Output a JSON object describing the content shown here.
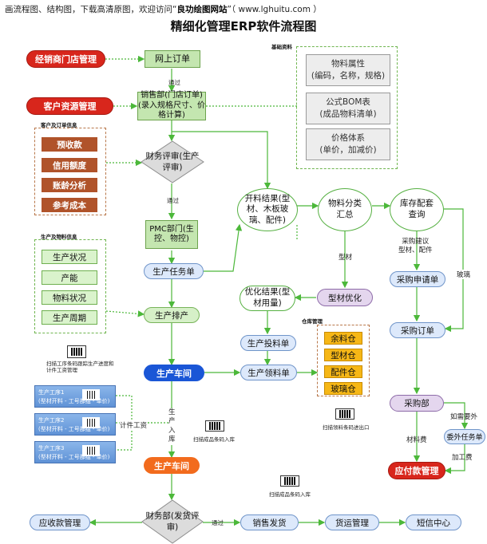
{
  "header": {
    "prefix": "画流程图、结构图，下载高清原图，欢迎访问“",
    "site": "良功绘图网站",
    "suffix": "”（ www.lghuitu.com ）"
  },
  "title": "精细化管理ERP软件流程图",
  "sections": {
    "basic_data": "基础资料",
    "customer_info": "客户及订单信息",
    "production_info": "生产及物料信息",
    "warehouse": "仓库管理"
  },
  "nodes": {
    "dealer": "经销商门店管理",
    "online_order": "网上订单",
    "crm": "客户资源管理",
    "sales_dept": "销售部(门店订单)(录入规格尺寸、价格计算)",
    "finance_review": "财务评审(生产评审)",
    "pmc": "PMC部门(生控、物控)",
    "task_order": "生产任务单",
    "scheduling": "生产排产",
    "workshop_blue": "生产车间",
    "workshop_orange": "生产车间",
    "receivable": "应收款管理",
    "finance_dept": "财务部(发货评审)",
    "sales_ship": "销售发货",
    "shipping": "货运管理",
    "sms": "短信中心",
    "cut_result": "开料结果(型材、木板玻璃、配件)",
    "material_summary": "物料分类汇总",
    "inventory_query": "库存配套查询",
    "profile_opt": "型材优化",
    "opt_result": "优化结果(型材用量)",
    "feed_order": "生产投料单",
    "pick_order": "生产领料单",
    "purchase_request": "采购申请单",
    "purchase_order": "采购订单",
    "purchase_dept": "采购部",
    "payable": "应付款管理",
    "outsource_order": "委外任务单"
  },
  "basic_items": [
    {
      "title": "物料属性",
      "sub": "(编码，名称，规格)"
    },
    {
      "title": "公式BOM表",
      "sub": "(成品物料清单)"
    },
    {
      "title": "价格体系",
      "sub": "(单价，加减价)"
    }
  ],
  "customer_items": [
    "预收款",
    "信用额度",
    "账龄分析",
    "参考成本"
  ],
  "production_items": [
    "生产状况",
    "产能",
    "物料状况",
    "生产周期"
  ],
  "warehouse_items": [
    "余料仓",
    "型材仓",
    "配件仓",
    "玻璃仓"
  ],
  "workers": [
    {
      "name": "生产工序1",
      "detail": "(型材开料 - 工号部组 - 单价)"
    },
    {
      "name": "生产工序2",
      "detail": "(型材开料 - 工号部组 - 单价)"
    },
    {
      "name": "生产工序3",
      "detail": "(型材开料 - 工号部组 - 单价)"
    }
  ],
  "labels": {
    "pass1": "通过",
    "pass2": "通过",
    "pass3": "通过",
    "profile": "型材",
    "purchase_suggest": "采购建议\n型材、配件",
    "glass": "玻璃",
    "piece_rate": "计件工资",
    "into_storage": "生产入库",
    "material_fee": "材料费",
    "outsource_need": "如需要外",
    "processing_fee": "加工费",
    "scan_process": "扫描工序条码跟踪生产进度和计件工资管理",
    "scan_finished1": "扫描成品条码入库",
    "scan_outbound": "扫描领料条码进出口",
    "scan_finished2": "扫描成品条码入库"
  },
  "colors": {
    "red": "#d8261c",
    "orange": "#f26b1d",
    "blue": "#1a56d6",
    "green_line": "#4cb83a",
    "brown": "#b0532a",
    "yellow": "#f6b716"
  }
}
